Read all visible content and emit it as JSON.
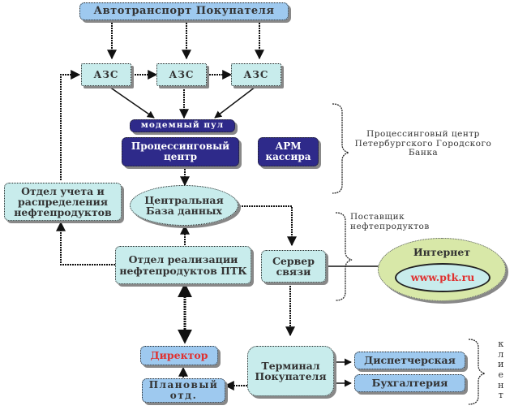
{
  "nodes": {
    "autotransport": "Автотранспорт Покупателя",
    "azs": [
      "АЗС",
      "АЗС",
      "АЗС"
    ],
    "modem_pool": "модемный пул",
    "processing_center": "Процессинговый центр",
    "arm_cashier": "АРМ кассира",
    "accounting_dept": "Отдел учета и распределения нефтепродуктов",
    "central_db": "Центральная База данных",
    "sales_dept": "Отдел реализации нефтепродуктов ПТК",
    "comm_server": "Сервер связи",
    "internet": "Интернет",
    "website": "www.ptk.ru",
    "director": "Директор",
    "planning_dept": "Плановый отд.",
    "buyer_terminal": "Терминал Покупателя",
    "dispatch": "Диспетчерская",
    "bookkeeping": "Бухгалтерия"
  },
  "groups": {
    "bank_processing": "Процессинговый центр Петербургского Городского Банка",
    "supplier": "Поставщик нефтепродуктов",
    "client": "клиент"
  }
}
